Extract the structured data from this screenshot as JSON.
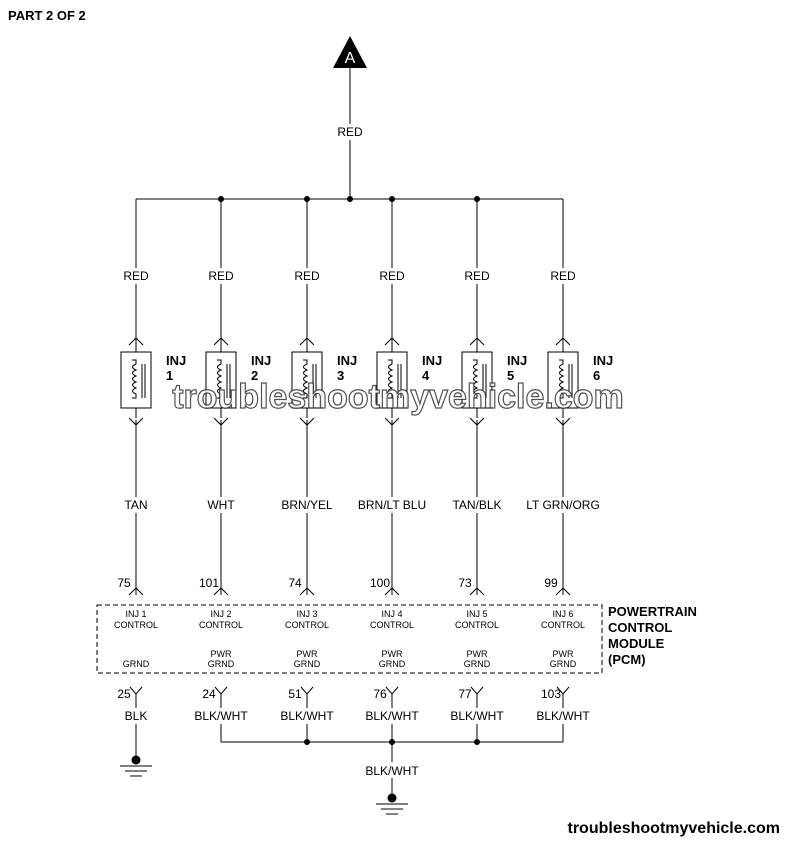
{
  "header": {
    "part_label": "PART 2 OF 2"
  },
  "connector_a": {
    "letter": "A",
    "wire_color": "RED"
  },
  "injectors": [
    {
      "name": "INJ",
      "number": "1",
      "supply_color": "RED",
      "control_color": "TAN",
      "control_pin": "75",
      "control_label_1": "INJ 1",
      "control_label_2": "CONTROL",
      "ground_label_1": "",
      "ground_label_2": "GRND",
      "ground_pin": "25",
      "ground_color": "BLK"
    },
    {
      "name": "INJ",
      "number": "2",
      "supply_color": "RED",
      "control_color": "WHT",
      "control_pin": "101",
      "control_label_1": "INJ 2",
      "control_label_2": "CONTROL",
      "ground_label_1": "PWR",
      "ground_label_2": "GRND",
      "ground_pin": "24",
      "ground_color": "BLK/WHT"
    },
    {
      "name": "INJ",
      "number": "3",
      "supply_color": "RED",
      "control_color": "BRN/YEL",
      "control_pin": "74",
      "control_label_1": "INJ 3",
      "control_label_2": "CONTROL",
      "ground_label_1": "PWR",
      "ground_label_2": "GRND",
      "ground_pin": "51",
      "ground_color": "BLK/WHT"
    },
    {
      "name": "INJ",
      "number": "4",
      "supply_color": "RED",
      "control_color": "BRN/LT BLU",
      "control_pin": "100",
      "control_label_1": "INJ 4",
      "control_label_2": "CONTROL",
      "ground_label_1": "PWR",
      "ground_label_2": "GRND",
      "ground_pin": "76",
      "ground_color": "BLK/WHT"
    },
    {
      "name": "INJ",
      "number": "5",
      "supply_color": "RED",
      "control_color": "TAN/BLK",
      "control_pin": "73",
      "control_label_1": "INJ 5",
      "control_label_2": "CONTROL",
      "ground_label_1": "PWR",
      "ground_label_2": "GRND",
      "ground_pin": "77",
      "ground_color": "BLK/WHT"
    },
    {
      "name": "INJ",
      "number": "6",
      "supply_color": "RED",
      "control_color": "LT GRN/ORG",
      "control_pin": "99",
      "control_label_1": "INJ 6",
      "control_label_2": "CONTROL",
      "ground_label_1": "PWR",
      "ground_label_2": "GRND",
      "ground_pin": "103",
      "ground_color": "BLK/WHT"
    }
  ],
  "pcm": {
    "line1": "POWERTRAIN",
    "line2": "CONTROL",
    "line3": "MODULE",
    "line4": "(PCM)"
  },
  "ground_bus_color": "BLK/WHT",
  "watermark": "troubleshootmyvehicle.com",
  "footer": {
    "site": "troubleshootmyvehicle.com"
  }
}
